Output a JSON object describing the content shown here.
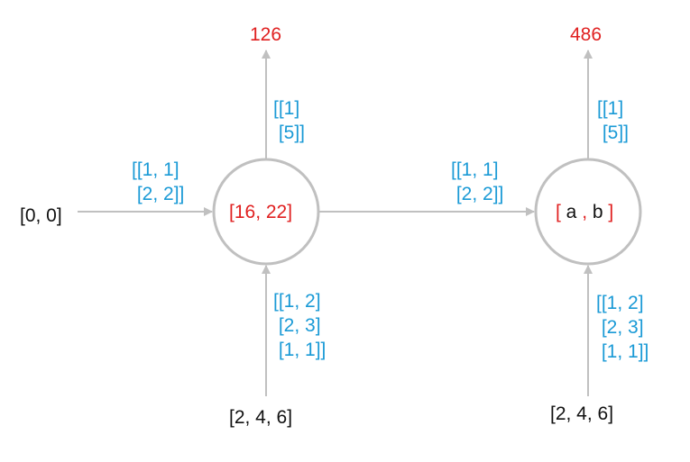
{
  "colors": {
    "line": "#c0c0c0",
    "output": "#e02020",
    "weight": "#1a9ad6",
    "input": "#111111"
  },
  "cells": [
    {
      "state_label": "[16, 22]",
      "output_value": "126",
      "output_weight": [
        "[[1]",
        " [5]]"
      ],
      "hidden_weight": [
        "[[1, 1]",
        " [2, 2]]"
      ],
      "input_weight": [
        "[[1, 2]",
        " [2, 3]",
        " [1, 1]]"
      ],
      "input_value": "[2, 4, 6]",
      "prev_state": "[0, 0]"
    },
    {
      "state_open": "[",
      "state_a": " a ",
      "state_comma": ",",
      "state_b": " b ",
      "state_close": "]",
      "output_value": "486",
      "output_weight": [
        "[[1]",
        " [5]]"
      ],
      "hidden_weight": [
        "[[1, 1]",
        " [2, 2]]"
      ],
      "input_weight": [
        "[[1, 2]",
        " [2, 3]",
        " [1, 1]]"
      ],
      "input_value": "[2, 4, 6]"
    }
  ]
}
